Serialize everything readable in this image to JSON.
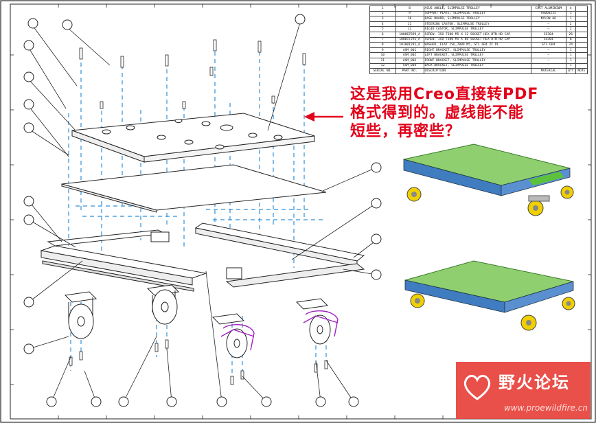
{
  "annotation": {
    "line1": "这是我用Creo直接转PDF",
    "line2": "格式得到的。虚线能不能",
    "line3": "短些，再密些？"
  },
  "watermark": {
    "brand": "野火论坛",
    "url": "www.proewildfire.cn"
  },
  "bom": {
    "header": [
      "SERIAL NO.",
      "PART NO.",
      "DESCRIPTION",
      "MATERIAL",
      "QTY",
      "NOTE"
    ],
    "rows": [
      [
        "1",
        "8",
        "ACUS ANGLE, SLIMPULSE TROLLEY",
        "CAST ALUMINIUM",
        "4",
        ""
      ],
      [
        "2",
        "9",
        "SUPPORT PLATE, SLIMPULSE TROLLEY",
        "AS068255",
        "1",
        ""
      ],
      [
        "3",
        "10",
        "BASE BOARD, SLIMPULSE TROLLEY",
        "NYLON 66",
        "1",
        ""
      ],
      [
        "4",
        "11",
        "STEERING CASTOR, SLIMPULSE TROLLEY",
        "—",
        "2",
        ""
      ],
      [
        "5",
        "12",
        "RIGID CASTOR, SLIMPULSE TROLLEY",
        "—",
        "2",
        ""
      ],
      [
        "6",
        "100067699_A",
        "SCREW, ISO 7380 M5 X 12 SOCKET HEX BTN HD CAP",
        "SS304",
        "26",
        ""
      ],
      [
        "7",
        "100057292_A",
        "SCREW, ISO 7380 M5 X 08 SOCKET HEX BTN HD CAP",
        "SS304",
        "8",
        ""
      ],
      [
        "8",
        "101001291_A",
        "WASHER, FLAT ISO_7089 M5, STL GR4 ZC PL",
        "STL GR4",
        "24",
        ""
      ],
      [
        "9",
        "ASM_001",
        "RIGHT BRACKET, SLIMPULSE TROLLEY",
        "—",
        "1",
        ""
      ],
      [
        "10",
        "ASM_002",
        "LEFT BRACKET, SLIMPULSE TROLLEY",
        "—",
        "1",
        ""
      ],
      [
        "11",
        "ASM_003",
        "FRONT BRACKET, SLIMPULSE TROLLEY",
        "—",
        "1",
        ""
      ],
      [
        "12",
        "ASM_004",
        "BACK BRACKET, SLIMPULSE TROLLEY",
        "—",
        "1",
        ""
      ]
    ]
  },
  "colors": {
    "annotation": "#e2001a",
    "arrow": "#e2001a",
    "dash": "#2f8fd8",
    "line": "#222222",
    "caster_brake": "#a020c0",
    "render_green": "#5cc23a",
    "render_wheel": "#f0d000",
    "watermark_bg": "#e8423a"
  },
  "icons": {
    "callout": "balloon-icon",
    "heart": "heart-logo-icon"
  }
}
